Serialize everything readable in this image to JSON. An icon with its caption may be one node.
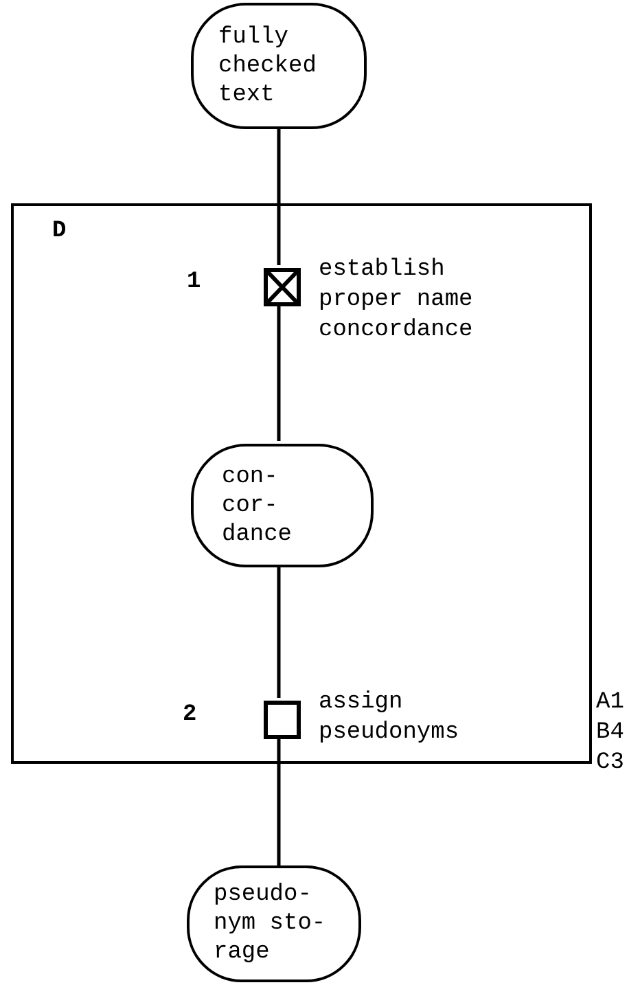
{
  "diagram": {
    "nodes": [
      {
        "text": [
          "fully checked text"
        ]
      },
      {
        "text": [
          "D"
        ],
        "beside": [
          "A1 B4 C3"
        ]
      },
      {
        "text": [],
        "shape": "crossbox",
        "in": 1,
        "beside": [
          "1",
          "establish proper name concordance"
        ]
      },
      {
        "text": [
          "con- cor- dance"
        ],
        "in": 1
      },
      {
        "text": [],
        "shape": "box",
        "in": 1,
        "beside": [
          "2",
          "assign pseudonyms"
        ]
      },
      {
        "text": [
          "pseudo- nym sto- rage"
        ]
      }
    ],
    "edges": [
      {
        "from": 0,
        "to": 2,
        "arrow": "none"
      },
      {
        "from": 2,
        "to": 3,
        "arrow": "none"
      },
      {
        "from": 3,
        "to": 4,
        "arrow": "none"
      },
      {
        "from": 4,
        "to": 5,
        "arrow": "none"
      }
    ]
  }
}
